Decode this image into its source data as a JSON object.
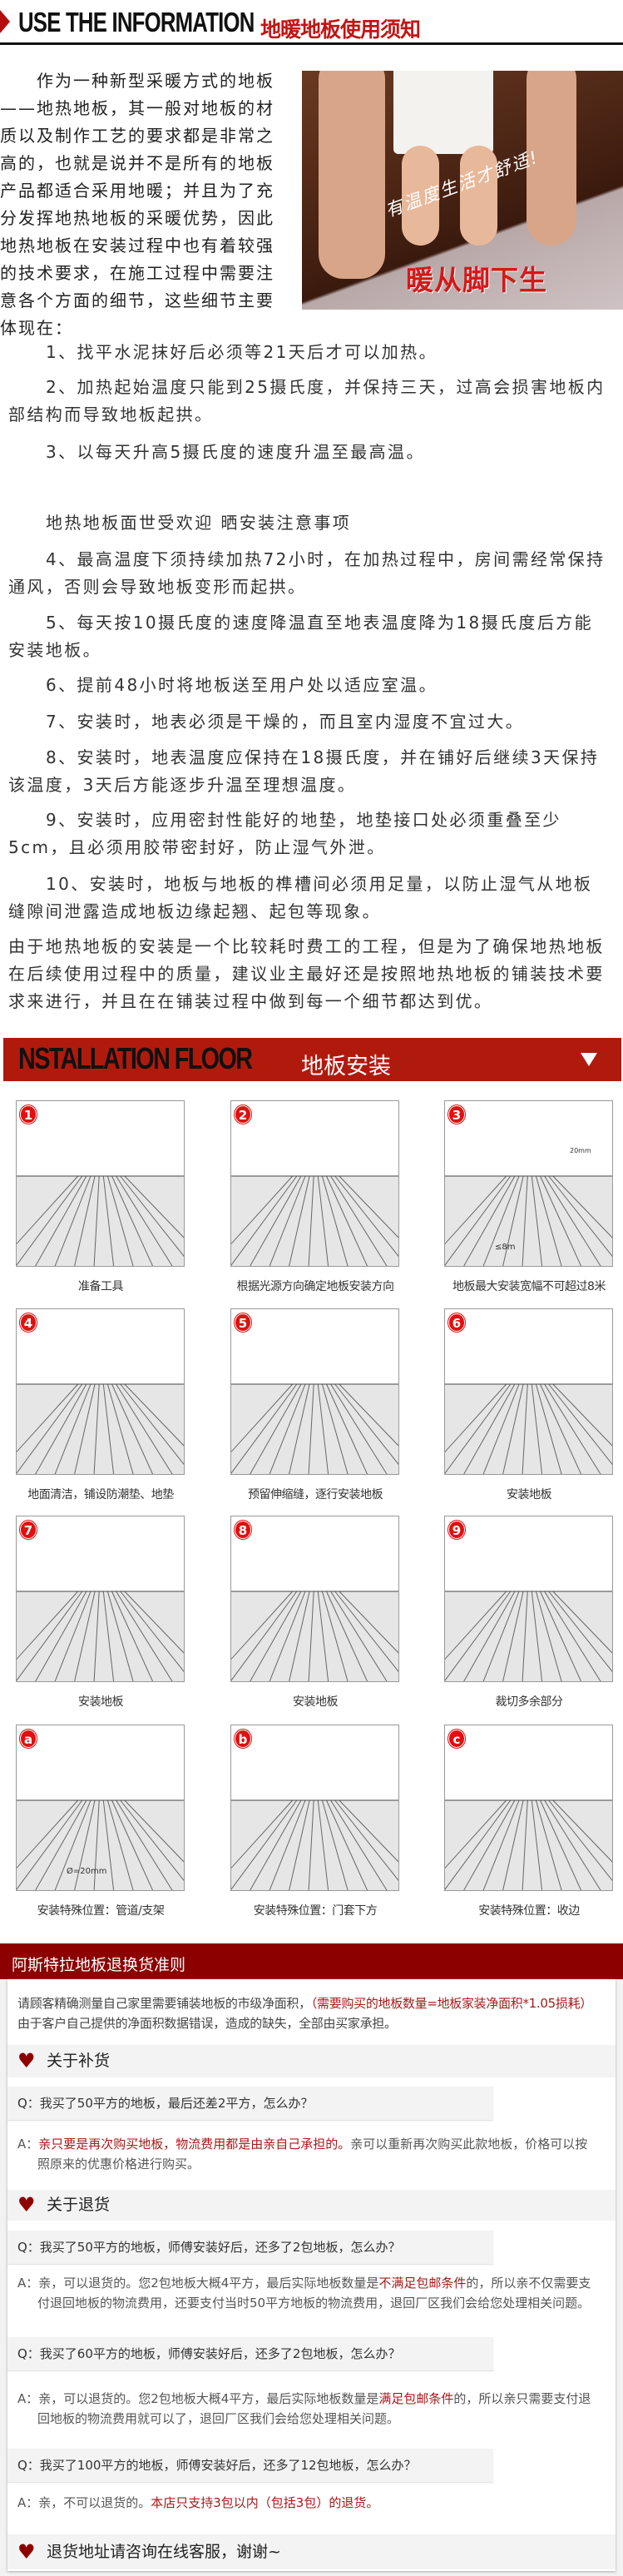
{
  "header": {
    "title_en": "USE THE INFORMATION",
    "title_cn": "地暖地板使用须知"
  },
  "intro": "作为一种新型采暖方式的地板——地热地板，其一般对地板的材质以及制作工艺的要求都是非常之高的，也就是说并不是所有的地板产品都适合采用地暖；并且为了充分发挥地热地板的采暖优势，因此地热地板在安装过程中也有着较强的技术要求，在施工过程中需要注意各个方面的细节，这些细节主要体现在：",
  "photo": {
    "slogan": "有温度生活才舒适!",
    "caption": "暖从脚下生"
  },
  "items": [
    "1、找平水泥抹好后必须等21天后才可以加热。",
    "2、加热起始温度只能到25摄氏度，并保持三天，过高会损害地板内部结构而导致地板起拱。",
    "3、以每天升高5摄氏度的速度升温至最高温。",
    "地热地板面世受欢迎 晒安装注意事项",
    "4、最高温度下须持续加热72小时，在加热过程中，房间需经常保持通风，否则会导致地板变形而起拱。",
    "5、每天按10摄氏度的速度降温直至地表温度降为18摄氏度后方能安装地板。",
    "6、提前48小时将地板送至用户处以适应室温。",
    "7、安装时，地表必须是干燥的，而且室内湿度不宜过大。",
    "8、安装时，地表温度应保持在18摄氏度，并在铺好后继续3天保持该温度，3天后方能逐步升温至理想温度。",
    "9、安装时，应用密封性能好的地垫，地垫接口处必须重叠至少5cm，且必须用胶带密封好，防止湿气外泄。",
    "10、安装时，地板与地板的榫槽间必须用足量，以防止湿气从地板缝隙间泄露造成地板边缘起翘、起包等现象。",
    "由于地热地板的安装是一个比较耗时费工的工程，但是为了确保地热地板在后续使用过程中的质量，建议业主最好还是按照地热地板的铺装技术要求来进行，并且在在铺装过程中做到每一个细节都达到优。"
  ],
  "installation": {
    "title_en": "NSTALLATION FLOOR",
    "title_cn": "地板安装",
    "steps": [
      {
        "badge": "1",
        "caption": "准备工具"
      },
      {
        "badge": "2",
        "caption": "根据光源方向确定地板安装方向"
      },
      {
        "badge": "3",
        "caption": "地板最大安装宽幅不可超过8米",
        "note": "≤8m",
        "gap": "20mm"
      },
      {
        "badge": "4",
        "caption": "地面清洁，铺设防潮垫、地垫"
      },
      {
        "badge": "5",
        "caption": "预留伸缩缝，逐行安装地板"
      },
      {
        "badge": "6",
        "caption": "安装地板"
      },
      {
        "badge": "7",
        "caption": "安装地板"
      },
      {
        "badge": "8",
        "caption": "安装地板"
      },
      {
        "badge": "9",
        "caption": "裁切多余部分"
      },
      {
        "badge": "a",
        "caption": "安装特殊位置：管道/支架",
        "note": "Ø=20mm"
      },
      {
        "badge": "b",
        "caption": "安装特殊位置：门套下方"
      },
      {
        "badge": "c",
        "caption": "安装特殊位置：收边"
      }
    ]
  },
  "returns": {
    "title": "阿斯特拉地板退换货准则",
    "intro": {
      "a": "请顾客精确测量自己家里需要铺装地板的市级净面积，",
      "b": "（需要购买的地板数量=地板家装净面积*1.05损耗）",
      "c": "由于客户自己提供的净面积数据错误，造成的缺失，全部由买家承担。"
    },
    "restock": {
      "heading": "关于补货",
      "q": "Q：我买了50平方的地板，最后还差2平方，怎么办？",
      "a": {
        "a": "A：",
        "b": "亲只要是再次购买地板，物流费用都是由亲自己承担的。",
        "c": "亲可以重新再次购买此款地板，价格可以按照原来的优惠价格进行购买。"
      }
    },
    "return": {
      "heading": "关于退货",
      "q1": "Q：我买了50平方的地板，师傅安装好后，还多了2包地板，怎么办？",
      "a1": {
        "a": "A：亲，可以退货的。您2包地板大概4平方，最后实际地板数量是",
        "b": "不满足包邮条件",
        "c": "的，所以亲不仅需要支付退回地板的物流费用，还要支付当时50平方地板的物流费用，退回厂区我们会给您处理相关问题。"
      },
      "q2": "Q：我买了60平方的地板，师傅安装好后，还多了2包地板，怎么办？",
      "a2": {
        "a": "A：亲，可以退货的。您2包地板大概4平方，最后实际地板数量是",
        "b": "满足包邮条件",
        "c": "的，所以亲只需要支付退回地板的物流费用就可以了，退回厂区我们会给您处理相关问题。"
      },
      "q3": "Q：我买了100平方的地板，师傅安装好后，还多了12包地板，怎么办？",
      "a3": {
        "a": "A：亲，不可以退货的。",
        "b": "本店只支持3包以内（包括3包）的退货。"
      }
    },
    "footer": "退货地址请咨询在线客服，谢谢~"
  },
  "colors": {
    "accent": "#b01a0c",
    "dark_red": "#8c0000",
    "text_red": "#a61a1a"
  }
}
